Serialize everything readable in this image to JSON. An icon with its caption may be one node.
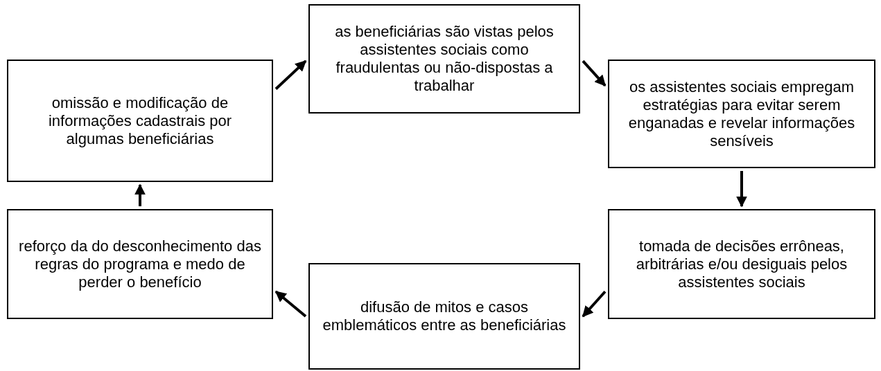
{
  "diagram": {
    "nodes": [
      {
        "text": [
          "omissão e modificação de informações cadastrais por algumas beneficiárias"
        ]
      },
      {
        "text": [
          "as beneficiárias são vistas pelos assistentes sociais como fraudulentas ou não-dispostas a trabalhar"
        ]
      },
      {
        "text": [
          "os assistentes sociais empregam estratégias para evitar serem enganadas e revelar informações sensíveis"
        ]
      },
      {
        "text": [
          "tomada de decisões errôneas, arbitrárias e/ou desiguais pelos assistentes sociais"
        ]
      },
      {
        "text": [
          "difusão de mitos e casos emblemáticos entre as beneficiárias"
        ]
      },
      {
        "text": [
          "reforço da do desconhecimento das regras do programa e medo de perder o benefício"
        ]
      }
    ],
    "edges": [
      {
        "from": 0,
        "to": 1,
        "arrow": "to"
      },
      {
        "from": 1,
        "to": 2,
        "arrow": "to"
      },
      {
        "from": 2,
        "to": 3,
        "arrow": "to"
      },
      {
        "from": 3,
        "to": 4,
        "arrow": "to"
      },
      {
        "from": 4,
        "to": 5,
        "arrow": "to"
      },
      {
        "from": 5,
        "to": 0,
        "arrow": "to"
      }
    ]
  }
}
